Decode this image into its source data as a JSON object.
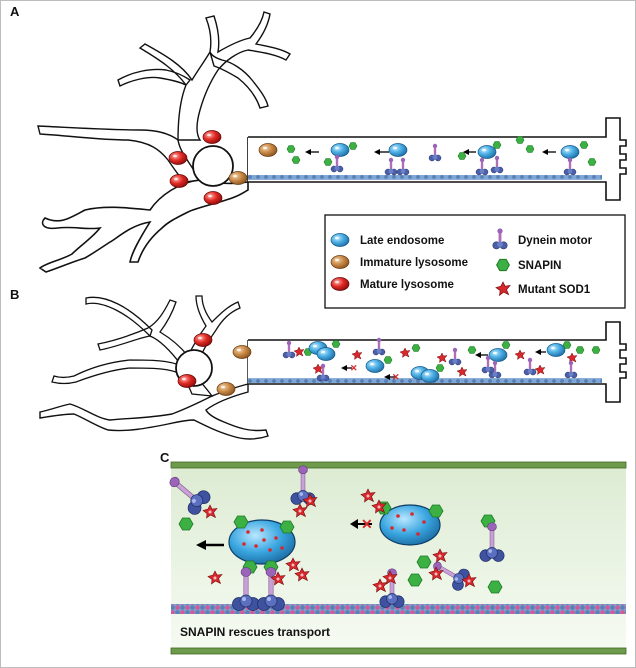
{
  "panels": {
    "a": "A",
    "b": "B",
    "c": "C"
  },
  "legend": {
    "items": [
      {
        "label": "Late endosome",
        "icon": "late-endosome-icon",
        "color": "#4fb2e6"
      },
      {
        "label": "Immature lysosome",
        "icon": "immature-lysosome-icon",
        "color": "#c98a48"
      },
      {
        "label": "Mature lysosome",
        "icon": "mature-lysosome-icon",
        "color": "#e02a24"
      },
      {
        "label": "Dynein motor",
        "icon": "dynein-motor-icon",
        "color": "#4a5fa8"
      },
      {
        "label": "SNAPIN",
        "icon": "snapin-icon",
        "color": "#3cb043"
      },
      {
        "label": "Mutant SOD1",
        "icon": "mutant-sod1-icon",
        "color": "#d8282d"
      }
    ]
  },
  "panel_c": {
    "caption": "SNAPIN rescues transport"
  },
  "colors": {
    "microtubule_a": "#5b82b8",
    "microtubule_b": "#d05a9a",
    "track_fill_top": "#e3f0dc",
    "track_border": "#5f8f3f"
  }
}
